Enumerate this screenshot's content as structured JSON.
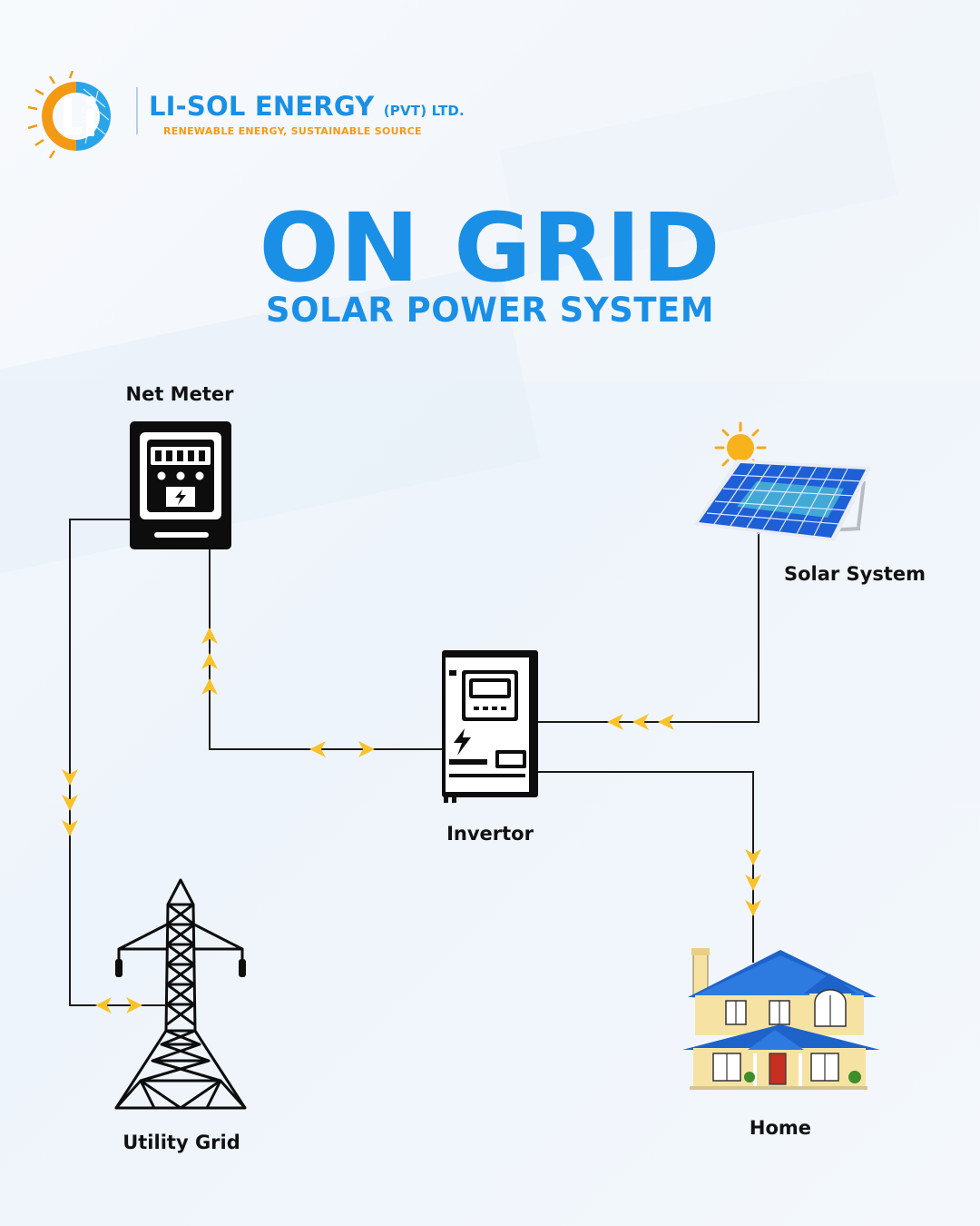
{
  "brand": {
    "name": "LI-SOL ENERGY",
    "suffix": "(PVT) LTD.",
    "tagline": "RENEWABLE ENERGY, SUSTAINABLE SOURCE",
    "logo_letters": "Li"
  },
  "title": "ON GRID",
  "subtitle": "SOLAR POWER SYSTEM",
  "nodes": {
    "net_meter": "Net Meter",
    "solar_system": "Solar System",
    "invertor": "Invertor",
    "utility_grid": "Utility Grid",
    "home": "Home"
  },
  "colors": {
    "brand_blue": "#1a8fe6",
    "accent_orange": "#f39a14",
    "flow_arrow": "#f8c22a",
    "line": "#1a1a1a",
    "panel_blue": "#1f5fd6",
    "roof_blue": "#1e63c9",
    "house_wall": "#f6e3a3"
  },
  "icons": [
    "sun-icon",
    "solar-panel-icon",
    "net-meter-icon",
    "invertor-icon",
    "transmission-tower-icon",
    "house-icon"
  ]
}
